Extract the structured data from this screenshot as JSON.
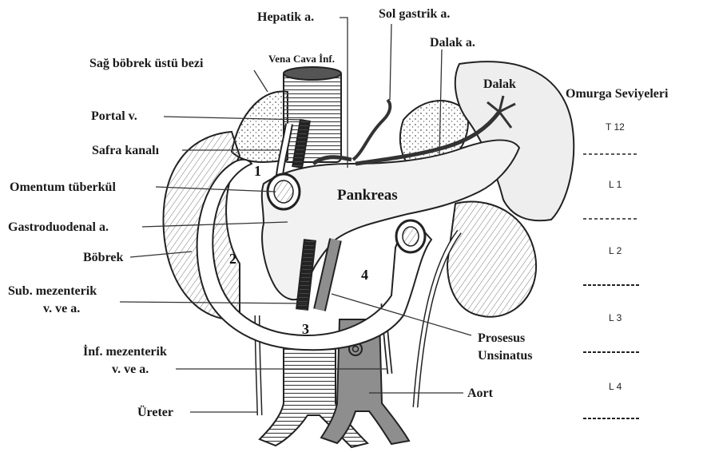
{
  "labels": {
    "hepatik_a": "Hepatik a.",
    "sol_gastrik_a": "Sol gastrik a.",
    "dalak_a": "Dalak a.",
    "sag_bobrek_ustu_bezi": "Sağ böbrek üstü bezi",
    "vena_cava_inf": "Vena Cava İnf.",
    "dalak": "Dalak",
    "omurga_seviyeleri": "Omurga Seviyeleri",
    "portal_v": "Portal v.",
    "safra_kanali": "Safra kanalı",
    "omentum_tuberkul": "Omentum tüberkül",
    "pankreas": "Pankreas",
    "gastroduodenal_a": "Gastroduodenal a.",
    "bobrek": "Böbrek",
    "sub_mezenterik_1": "Sub. mezenterik",
    "sub_mezenterik_2": "v. ve a.",
    "prosesus_1": "Prosesus",
    "prosesus_2": "Unsinatus",
    "inf_mezenterik_1": "İnf. mezenterik",
    "inf_mezenterik_2": "v. ve a.",
    "aort": "Aort",
    "ureter": "Üreter"
  },
  "duodenum_parts": [
    "1",
    "2",
    "3",
    "4"
  ],
  "spine_levels": [
    "T 12",
    "L 1",
    "L 2",
    "L 3",
    "L 4"
  ]
}
